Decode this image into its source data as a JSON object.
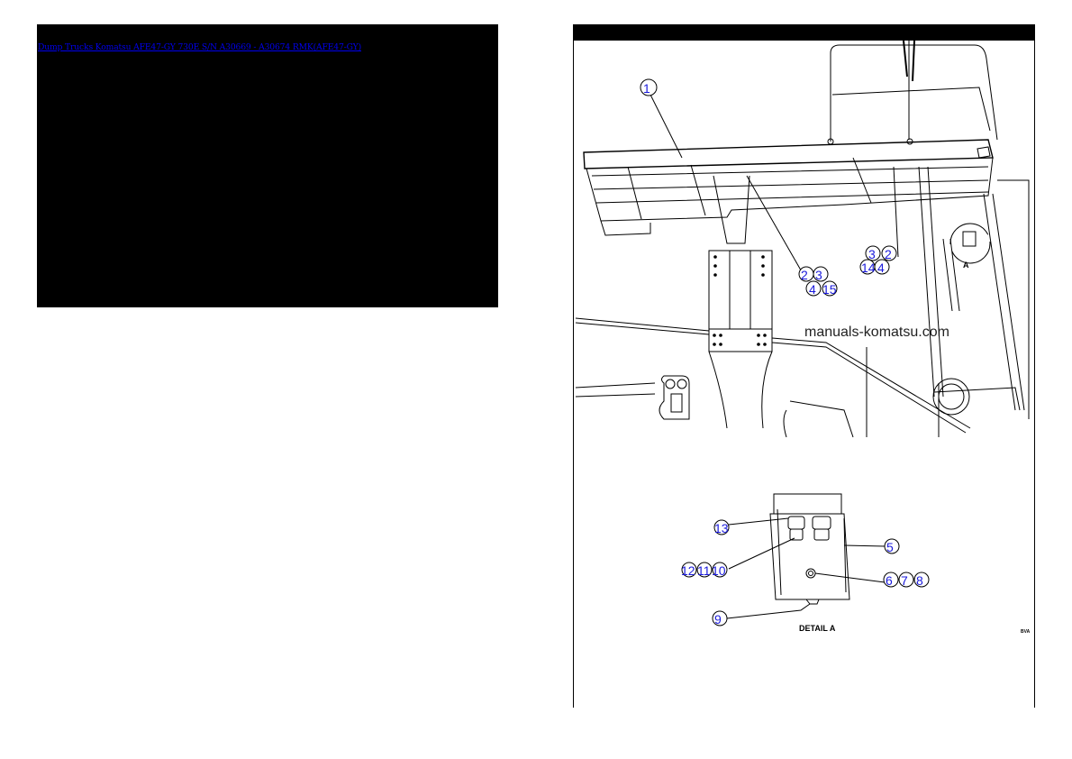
{
  "left_panel": {
    "title_link": "Dump Trucks Komatsu AFE47-GY 730E S/N A30669 - A30674 RMK(AFE47-GY)",
    "background": "#000000",
    "link_color": "#0000ee"
  },
  "right_panel": {
    "watermark": "manuals-komatsu.com",
    "detail_label": "DETAIL A",
    "view_marker": "A",
    "code_label": "BVA",
    "callouts_main": [
      {
        "label": "1"
      },
      {
        "label": "2"
      },
      {
        "label": "3"
      },
      {
        "label": "4"
      },
      {
        "label": "15"
      },
      {
        "label": "3"
      },
      {
        "label": "2"
      },
      {
        "label": "14"
      },
      {
        "label": "4"
      }
    ],
    "callouts_detail": [
      {
        "label": "13"
      },
      {
        "label": "5"
      },
      {
        "label": "12"
      },
      {
        "label": "11"
      },
      {
        "label": "10"
      },
      {
        "label": "6"
      },
      {
        "label": "7"
      },
      {
        "label": "8"
      },
      {
        "label": "9"
      }
    ],
    "callout_color": "#1a1adb"
  }
}
